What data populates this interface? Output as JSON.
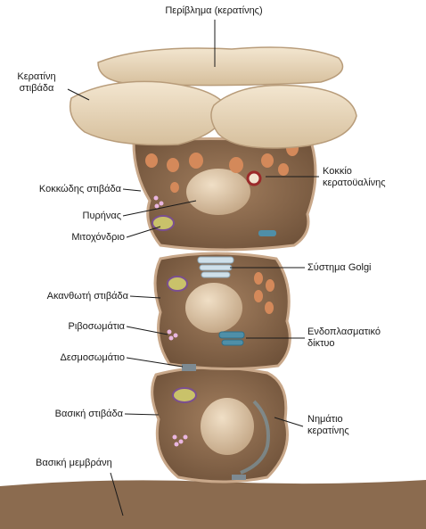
{
  "labels": {
    "envelope": "Περίβλημα (κερατίνης)",
    "keratin_layer_line1": "Κερατίνη",
    "keratin_layer_line2": "στιβάδα",
    "granular_layer": "Κοκκώδης στιβάδα",
    "keratohyalin_line1": "Κοκκίο",
    "keratohyalin_line2": "κερατοϋαλίνης",
    "nucleus": "Πυρήνας",
    "mitochondrion": "Μιτοχόνδριο",
    "golgi": "Σύστημα Golgi",
    "spinous_layer": "Ακανθωτή στιβάδα",
    "ribosomes": "Ριβοσωμάτια",
    "er_line1": "Ενδοπλασματικό",
    "er_line2": "δίκτυο",
    "desmosome": "Δεσμοσωμάτιο",
    "basal_layer": "Βασική στιβάδα",
    "keratin_filament_line1": "Νημάτιο",
    "keratin_filament_line2": "κερατίνης",
    "basement_membrane": "Βασική μεμβράνη"
  },
  "colors": {
    "cell_fill": "#8a6a4c",
    "cell_edge": "#c9a88a",
    "nucleus": "#d9c3a6",
    "granule": "#d4895a",
    "keratin_plate": "#e9d8bd",
    "er": "#4f8fa8",
    "mito": "#c9c26a"
  }
}
